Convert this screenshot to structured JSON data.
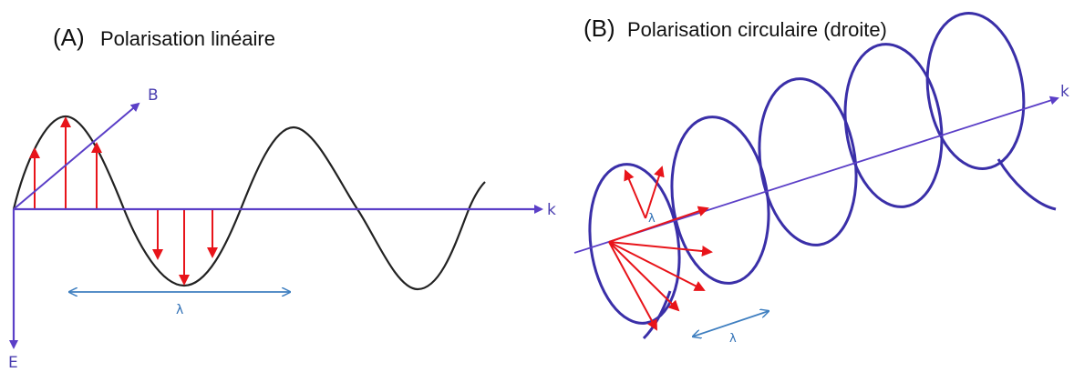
{
  "panel_a": {
    "title_prefix": "(A)",
    "title_text": "Polarisation linéaire",
    "label_b": "B",
    "label_k": "k",
    "label_e": "E",
    "label_lambda": "λ"
  },
  "panel_b": {
    "title_prefix": "(B)",
    "title_text": "Polarisation circulaire (droite)",
    "label_k": "k",
    "label_lambda_small": "λ",
    "label_lambda": "λ"
  },
  "colors": {
    "axis": "#5b3fc7",
    "helix": "#3a2fa8",
    "field_arrow": "#e8141a",
    "wave": "#222222",
    "wavelength": "#3f7fc0"
  }
}
